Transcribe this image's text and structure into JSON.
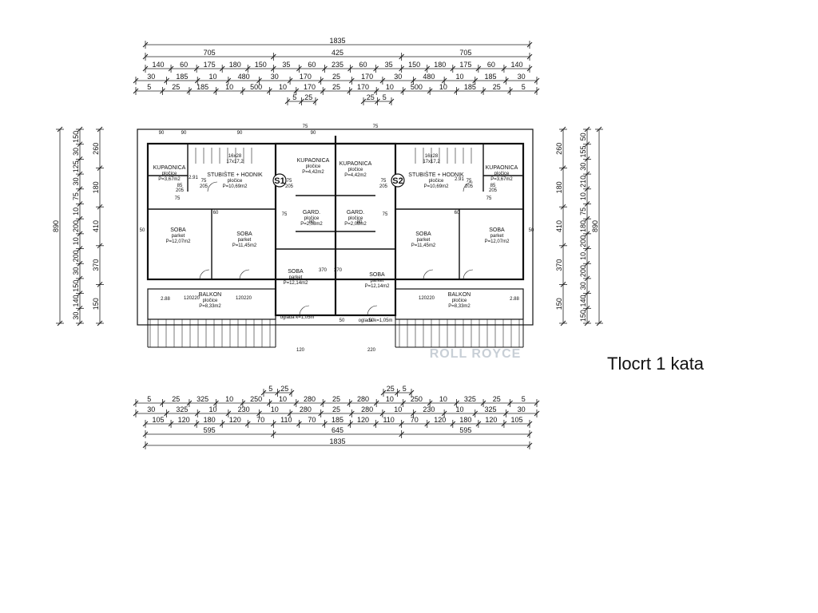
{
  "title": "Tlocrt 1 kata",
  "dims": {
    "top1": [
      "1835"
    ],
    "top2": [
      "705",
      "425",
      "705"
    ],
    "top3": [
      "140",
      "60",
      "175",
      "180",
      "150",
      "35",
      "60",
      "235",
      "60",
      "35",
      "150",
      "180",
      "175",
      "60",
      "140"
    ],
    "top4": [
      "30",
      "185",
      "10",
      "480",
      "30",
      "170",
      "25",
      "170",
      "30",
      "480",
      "10",
      "185",
      "30"
    ],
    "top5": [
      "5",
      "25",
      "185",
      "10",
      "500",
      "10",
      "170",
      "25",
      "170",
      "10",
      "500",
      "10",
      "185",
      "25",
      "5"
    ],
    "top_stair": [
      "5",
      "25",
      "25",
      "5"
    ],
    "bot_stair": [
      "5",
      "25",
      "25",
      "5"
    ],
    "bot1": [
      "5",
      "25",
      "325",
      "10",
      "250",
      "10",
      "280",
      "25",
      "280",
      "10",
      "250",
      "10",
      "325",
      "25",
      "5"
    ],
    "bot2": [
      "30",
      "325",
      "10",
      "230",
      "10",
      "280",
      "25",
      "280",
      "10",
      "230",
      "10",
      "325",
      "30"
    ],
    "bot3": [
      "105",
      "120",
      "180",
      "120",
      "70",
      "110",
      "70",
      "185",
      "120",
      "110",
      "70",
      "120",
      "180",
      "120",
      "105"
    ],
    "bot4": [
      "595",
      "645",
      "595"
    ],
    "bot5": [
      "1835"
    ],
    "left1": [
      "890"
    ],
    "left2": [
      "150",
      "30",
      "125",
      "30",
      "75",
      "10",
      "200",
      "10",
      "200",
      "30",
      "150",
      "140",
      "30"
    ],
    "left3": [
      "260",
      "180",
      "410",
      "370",
      "150"
    ],
    "right1": [
      "890"
    ],
    "right2": [
      "50",
      "155",
      "30",
      "210",
      "10",
      "75",
      "180",
      "200",
      "10",
      "200",
      "30",
      "140",
      "150"
    ],
    "right3": [
      "260",
      "180",
      "410",
      "370",
      "150"
    ]
  },
  "rooms": [
    {
      "name": "KUPAONICA",
      "floor": "pločice",
      "area": "P=3,67m2"
    },
    {
      "name": "STUBIŠTE + HODNIK",
      "floor": "pločice",
      "area": "P=10,69m2"
    },
    {
      "name": "KUPAONICA",
      "floor": "pločice",
      "area": "P=4,42m2"
    },
    {
      "name": "KUPAONICA",
      "floor": "pločice",
      "area": "P=4,42m2"
    },
    {
      "name": "STUBIŠTE + HODNIK",
      "floor": "pločice",
      "area": "P=10,69m2"
    },
    {
      "name": "KUPAONICA",
      "floor": "pločice",
      "area": "P=3,67m2"
    },
    {
      "name": "GARD.",
      "floor": "pločice",
      "area": "P=2,08m2"
    },
    {
      "name": "GARD.",
      "floor": "pločice",
      "area": "P=2,08m2"
    },
    {
      "name": "SOBA",
      "floor": "parket",
      "area": "P=12,07m2"
    },
    {
      "name": "SOBA",
      "floor": "parket",
      "area": "P=11,45m2"
    },
    {
      "name": "SOBA",
      "floor": "parket",
      "area": "P=11,45m2"
    },
    {
      "name": "SOBA",
      "floor": "parket",
      "area": "P=12,07m2"
    },
    {
      "name": "SOBA",
      "floor": "parket",
      "area": "P=12,14m2"
    },
    {
      "name": "SOBA",
      "floor": "parket",
      "area": "P=12,14m2"
    },
    {
      "name": "BALKON",
      "floor": "pločice",
      "area": "P=8,33m2"
    },
    {
      "name": "BALKON",
      "floor": "pločice",
      "area": "P=8,33m2"
    }
  ],
  "sections": [
    "S1",
    "S2"
  ],
  "stairs": [
    "16x28",
    "17x17,2",
    "16x28",
    "17x17,2"
  ],
  "levels": [
    "2.91",
    "2.91",
    "2.88",
    "2.88"
  ],
  "openings": [
    "75",
    "205",
    "75",
    "205",
    "75",
    "205",
    "75",
    "205",
    "85",
    "205",
    "85",
    "205",
    "60",
    "60",
    "90",
    "90",
    "90",
    "90",
    "120",
    "220",
    "120",
    "220",
    "120",
    "220",
    "120",
    "220",
    "370",
    "370",
    "50",
    "50",
    "50",
    "50",
    "75",
    "75",
    "75",
    "75",
    "75",
    "75",
    "80",
    "80"
  ],
  "notes": [
    "oglada k=1,05m",
    "oglada k=1,05m"
  ],
  "watermark": "ROLL ROYCE"
}
